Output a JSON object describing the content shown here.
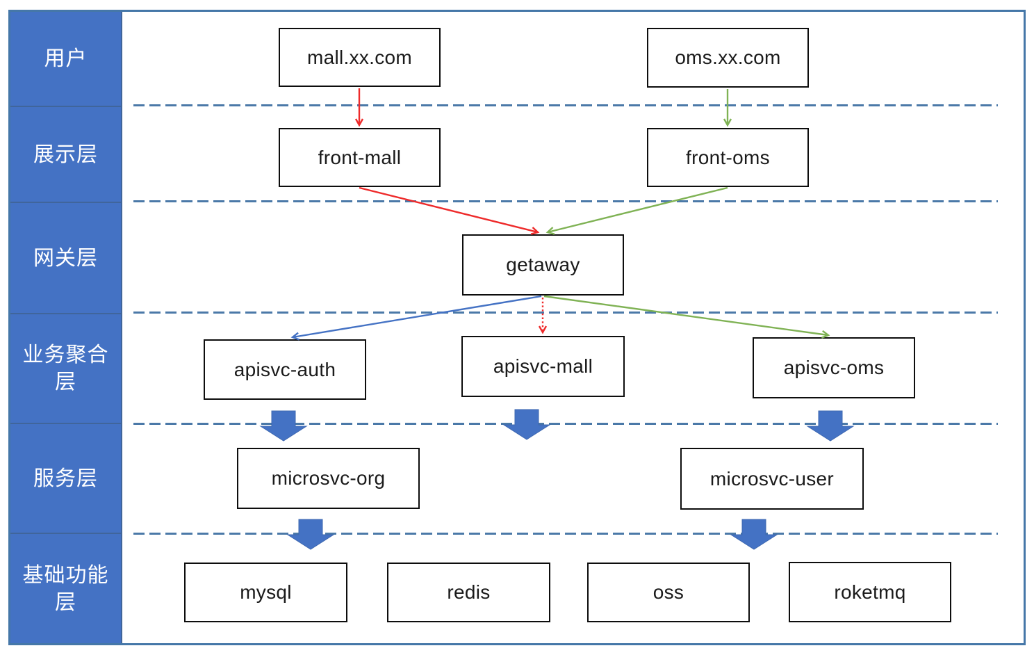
{
  "sidebar": {
    "layers": [
      {
        "label": "用户"
      },
      {
        "label": "展示层"
      },
      {
        "label": "网关层"
      },
      {
        "label": "业务聚合层"
      },
      {
        "label": "服务层"
      },
      {
        "label": "基础功能层"
      }
    ]
  },
  "nodes": [
    {
      "id": "mall",
      "label": "mall.xx.com",
      "layer": "用户"
    },
    {
      "id": "oms",
      "label": "oms.xx.com",
      "layer": "用户"
    },
    {
      "id": "front-mall",
      "label": "front-mall",
      "layer": "展示层"
    },
    {
      "id": "front-oms",
      "label": "front-oms",
      "layer": "展示层"
    },
    {
      "id": "getaway",
      "label": "getaway",
      "layer": "网关层"
    },
    {
      "id": "apisvc-auth",
      "label": "apisvc-auth",
      "layer": "业务聚合层"
    },
    {
      "id": "apisvc-mall",
      "label": "apisvc-mall",
      "layer": "业务聚合层"
    },
    {
      "id": "apisvc-oms",
      "label": "apisvc-oms",
      "layer": "业务聚合层"
    },
    {
      "id": "microsvc-org",
      "label": "microsvc-org",
      "layer": "服务层"
    },
    {
      "id": "microsvc-user",
      "label": "microsvc-user",
      "layer": "服务层"
    },
    {
      "id": "mysql",
      "label": "mysql",
      "layer": "基础功能层"
    },
    {
      "id": "redis",
      "label": "redis",
      "layer": "基础功能层"
    },
    {
      "id": "oss",
      "label": "oss",
      "layer": "基础功能层"
    },
    {
      "id": "roketmq",
      "label": "roketmq",
      "layer": "基础功能层"
    }
  ],
  "edges": [
    {
      "from": "mall",
      "to": "front-mall",
      "color": "red",
      "style": "solid"
    },
    {
      "from": "oms",
      "to": "front-oms",
      "color": "green",
      "style": "solid"
    },
    {
      "from": "front-mall",
      "to": "getaway",
      "color": "red",
      "style": "solid"
    },
    {
      "from": "front-oms",
      "to": "getaway",
      "color": "green",
      "style": "solid"
    },
    {
      "from": "getaway",
      "to": "apisvc-auth",
      "color": "blue",
      "style": "solid"
    },
    {
      "from": "getaway",
      "to": "apisvc-mall",
      "color": "red",
      "style": "dotted"
    },
    {
      "from": "getaway",
      "to": "apisvc-oms",
      "color": "green",
      "style": "solid"
    }
  ],
  "block_arrows": [
    {
      "from": "apisvc-auth",
      "to": "microsvc-org"
    },
    {
      "from": "apisvc-mall",
      "to": "microsvc"
    },
    {
      "from": "apisvc-oms",
      "to": "microsvc-user"
    },
    {
      "from": "microsvc-org",
      "to": "mysql"
    },
    {
      "from": "microsvc-user",
      "to": "oss"
    }
  ],
  "colors": {
    "sidebar": "#4472C4",
    "divider": "#40659B",
    "frame": "#4577A8",
    "dashed": "#4B79A8",
    "red": "#EE2A2A",
    "green": "#7FB254",
    "blue": "#4472C4",
    "block_arrow": "#4472C4",
    "block_arrow_edge": "#3E68B0"
  }
}
